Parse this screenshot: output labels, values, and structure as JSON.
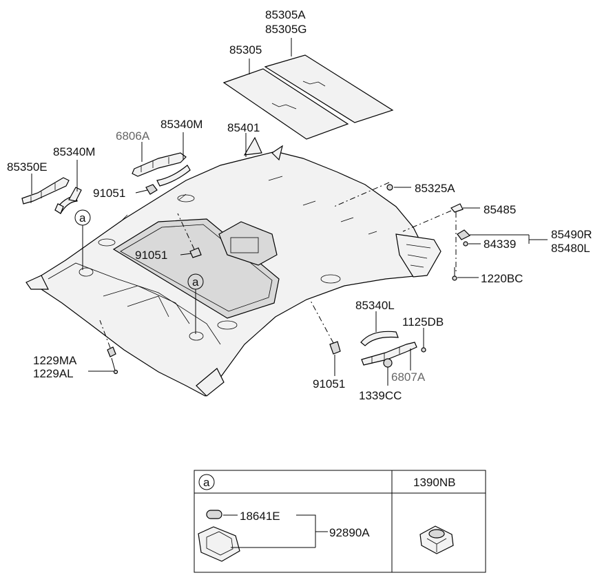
{
  "callouts": {
    "p85305A": "85305A",
    "p85305G": "85305G",
    "p85305": "85305",
    "p85340M_top": "85340M",
    "p6806A": "6806A",
    "p85401": "85401",
    "p85340M_left": "85340M",
    "p85350E": "85350E",
    "p91051_a": "91051",
    "p85325A": "85325A",
    "p85485": "85485",
    "p85490R": "85490R",
    "p84339": "84339",
    "p85480L": "85480L",
    "p91051_b": "91051",
    "p1220BC": "1220BC",
    "p85340L": "85340L",
    "p1125DB": "1125DB",
    "p1229MA": "1229MA",
    "p1229AL": "1229AL",
    "p91051_c": "91051",
    "p6807A": "6807A",
    "p1339CC": "1339CC",
    "circle_a1": "a",
    "circle_a2": "a"
  },
  "legend": {
    "header_symbol": "a",
    "header_part": "1390NB",
    "p18641E": "18641E",
    "p92890A": "92890A"
  },
  "colors": {
    "lines": "#000000",
    "part_fill": "#f2f2f2",
    "gray_label": "#666666"
  }
}
